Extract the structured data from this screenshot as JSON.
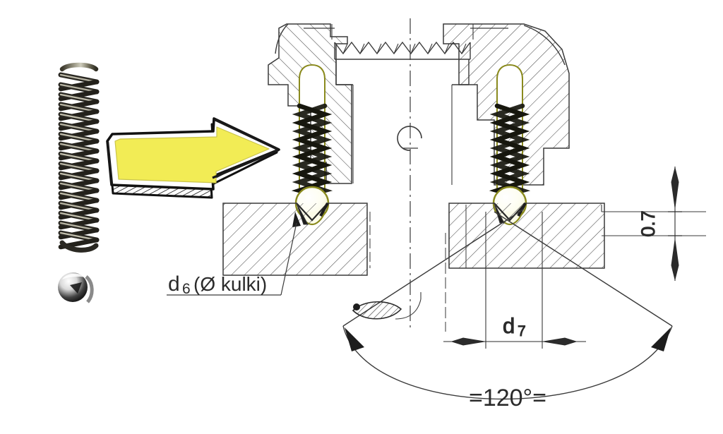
{
  "drawing": {
    "title": "Sectional assembly drawing - spring loaded ball detent",
    "background_color": "#ffffff",
    "line_color": "#3a3a3a",
    "hatch_color": "#4a4a4a",
    "accent_yellow": "#f2ec55",
    "spring_outline_color": "#8a8a1e",
    "ball_fill_color": "#fbfbe8",
    "photo": {
      "spring_label": "coil-spring-photo",
      "ball_label": "steel-ball-photo"
    },
    "annotations": {
      "arrow": {
        "name": "yellow-insertion-arrow",
        "direction": "right",
        "fill": "#f2ec55",
        "outline": "#1a1a1a"
      },
      "ball_diameter": {
        "text": "d",
        "subscript": "6",
        "note": "(Ø kulki)",
        "full": "d6 (Ø kulki)"
      },
      "pitch_diameter": {
        "text": "d",
        "subscript": "7",
        "full": "d7"
      },
      "depth": {
        "text": "0.7",
        "orientation": "vertical"
      },
      "angle": {
        "text": "=120°=",
        "value": "120",
        "unit": "°",
        "equal_marks": "="
      }
    },
    "components": {
      "left_spring": "left-spring-assembly",
      "right_spring": "right-spring-assembly",
      "left_ball": "left-detent-ball",
      "right_ball": "right-detent-ball",
      "thread": "threaded-bore",
      "centerline": "vertical-centerline",
      "body_upper": "upper-body-section",
      "body_lower": "lower-body-section"
    }
  }
}
